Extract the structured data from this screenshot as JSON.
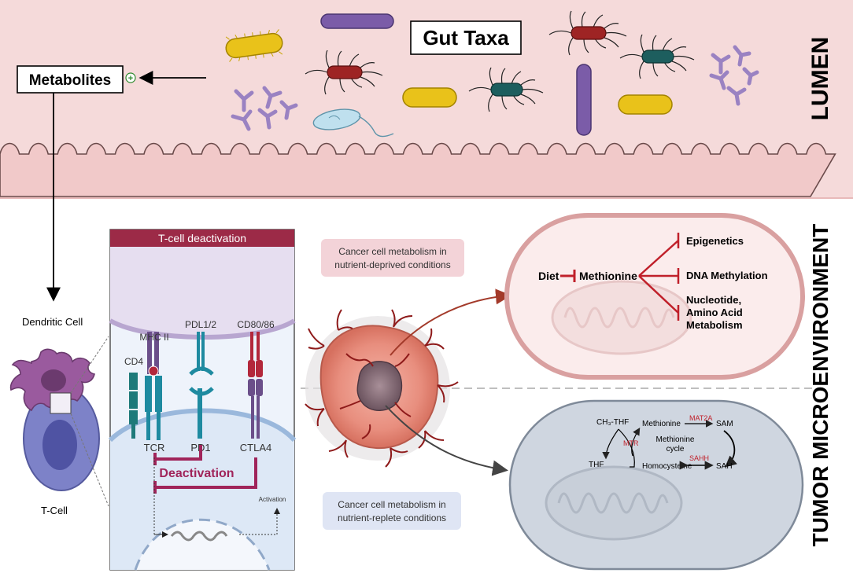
{
  "top": {
    "gut_taxa": "Gut Taxa",
    "metabolites": "Metabolites",
    "plus_sign": "+",
    "lumen": "LUMEN"
  },
  "side": {
    "tumor_microenvironment": "TUMOR MICROENVIRONMENT",
    "dendritic_cell": "Dendritic Cell",
    "t_cell": "T-Cell"
  },
  "panel": {
    "title": "T-cell deactivation",
    "mhc": "MHC II",
    "pdl": "PDL1/2",
    "cd80": "CD80/86",
    "cd4": "CD4",
    "tcr": "TCR",
    "pd1": "PD1",
    "ctla4": "CTLA4",
    "deactivation": "Deactivation",
    "activation": "Activation"
  },
  "conditions": {
    "deprived_line1": "Cancer cell metabolism in",
    "deprived_line2": "nutrient-deprived conditions",
    "replete_line1": "Cancer cell metabolism in",
    "replete_line2": "nutrient-replete conditions"
  },
  "upper_cell": {
    "diet": "Diet",
    "methionine": "Methionine",
    "epigenetics": "Epigenetics",
    "dna_methylation": "DNA Methylation",
    "nucleotide_line1": "Nucleotide,",
    "nucleotide_line2": "Amino Acid",
    "nucleotide_line3": "Metabolism"
  },
  "lower_cell": {
    "ch3thf": "CH₃-THF",
    "methionine": "Methionine",
    "mat2a": "MAT2A",
    "sam": "SAM",
    "cycle_line1": "Methionine",
    "cycle_line2": "cycle",
    "mtr": "MTR",
    "thf": "THF",
    "homocysteine": "Homocysteine",
    "sahh": "SAHH",
    "sah": "SAH"
  },
  "colors": {
    "lumen_bg": "#f5dada",
    "panel_header": "#9c2a47",
    "inhibit_red": "#c0202a",
    "deactivation_magenta": "#a0245a",
    "deprived_box": "#f3d3d8",
    "replete_box": "#dfe5f4"
  }
}
